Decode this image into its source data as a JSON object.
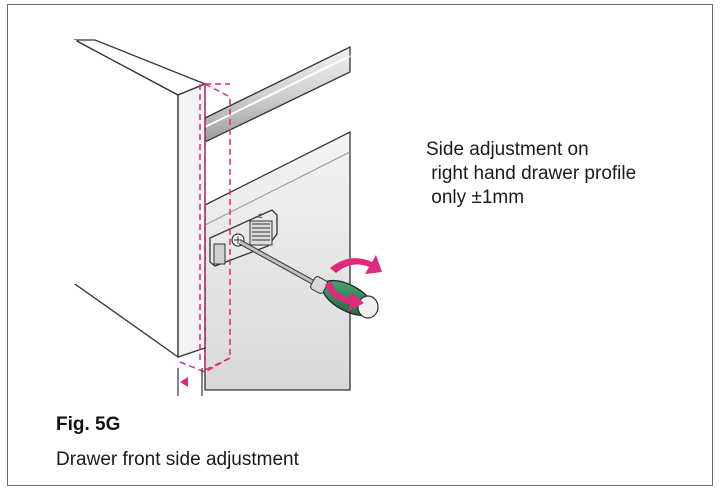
{
  "figure": {
    "label": "Fig. 5G",
    "caption": "Drawer front side adjustment"
  },
  "annotation": {
    "line1": "Side adjustment on",
    "line2": " right hand drawer profile",
    "line3": " only ±1mm"
  },
  "colors": {
    "magenta": "#e0287c",
    "line": "#333333",
    "steel_light": "#e6e6e6",
    "steel_dark": "#9a9a9a",
    "handle_green": "#2e7d4f"
  },
  "icons": {
    "screwdriver": "screwdriver-icon",
    "rotation": "rotate-arrows-icon"
  }
}
